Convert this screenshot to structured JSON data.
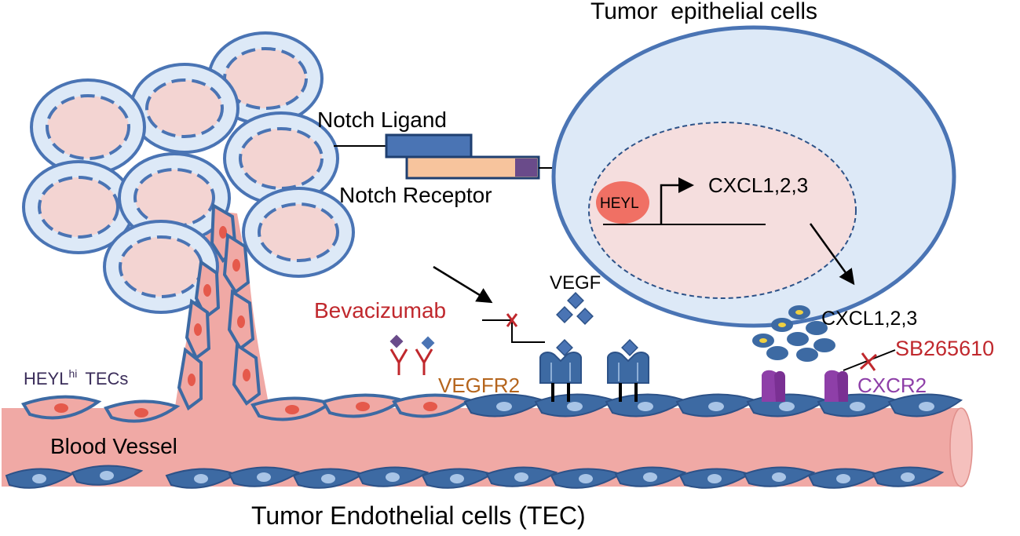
{
  "title": "Tumor  epithelial cells",
  "labels": {
    "notch_ligand": "Notch Ligand",
    "notch_receptor": "Notch Receptor",
    "heyl": "HEYL",
    "cxcl_nucleus": "CXCL1,2,3",
    "vegf": "VEGF",
    "bevacizumab": "Bevacizumab",
    "cxcl_secreted": "CXCL1,2,3",
    "sb265610": "SB265610",
    "heyl_hi_main": "HEYL",
    "heyl_hi_sup": "hi",
    "tecs": "TECs",
    "vegfr2": "VEGFR2",
    "cxcr2": "CXCR2",
    "blood_vessel": "Blood Vessel",
    "footer": "Tumor Endothelial cells (TEC)"
  },
  "colors": {
    "cell_outline": "#4a74b4",
    "cell_fill": "#dde9f7",
    "cell_inner": "#f3d4d2",
    "nucleus_fill": "#f5dede",
    "vessel": "#f0a9a5",
    "vessel_dark": "#e08f8b",
    "tec_fill": "#3d6aa3",
    "tec_nucleus": "#a8c4e6",
    "heyl_tec_fill": "#f0a9a5",
    "heyl_tec_nucleus": "#e5594b",
    "ligand": "#4a74b4",
    "receptor": "#f7c49d",
    "heyl_node": "#f07064",
    "inhibitor": "#c0282d",
    "vegfr2_text": "#b5651d",
    "cxcr2": "#8e3fa8",
    "heyl_text": "#3b2d5a",
    "vegf_diamond": "#4a74b4",
    "cxcl_dot": "#f0d040"
  }
}
